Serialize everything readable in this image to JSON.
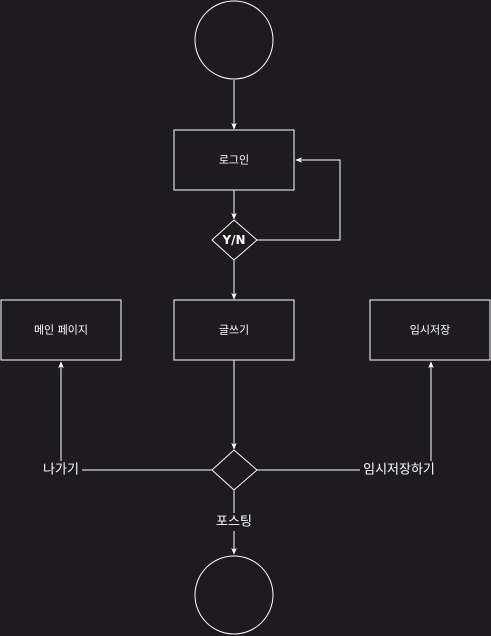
{
  "diagram": {
    "nodes": {
      "login": "로그인",
      "yn": "Y/N",
      "write": "글쓰기",
      "main_page": "메인 페이지",
      "temp_save": "임시저장"
    },
    "edge_labels": {
      "exit": "나가기",
      "temp_save_action": "임시저장하기",
      "posting": "포스팅"
    }
  },
  "colors": {
    "background": "#1e1b1f",
    "stroke": "#ffffff",
    "text": "#ffffff"
  }
}
